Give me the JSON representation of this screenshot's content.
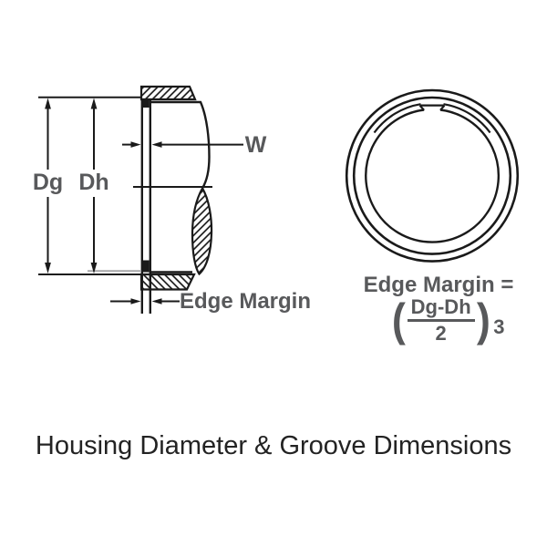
{
  "left_diagram": {
    "dg_label": "Dg",
    "dh_label": "Dh",
    "w_label": "W",
    "edge_margin_label": "Edge Margin"
  },
  "right_diagram": {
    "formula_lead": "Edge Margin =",
    "formula": {
      "open_paren": "(",
      "numerator": "Dg-Dh",
      "denominator": "2",
      "close_paren": ")",
      "multiplier": "3"
    }
  },
  "caption": "Housing Diameter & Groove Dimensions",
  "colors": {
    "label_gray": "#58595b",
    "line_black": "#1a1a1a",
    "caption_color": "#232323"
  }
}
